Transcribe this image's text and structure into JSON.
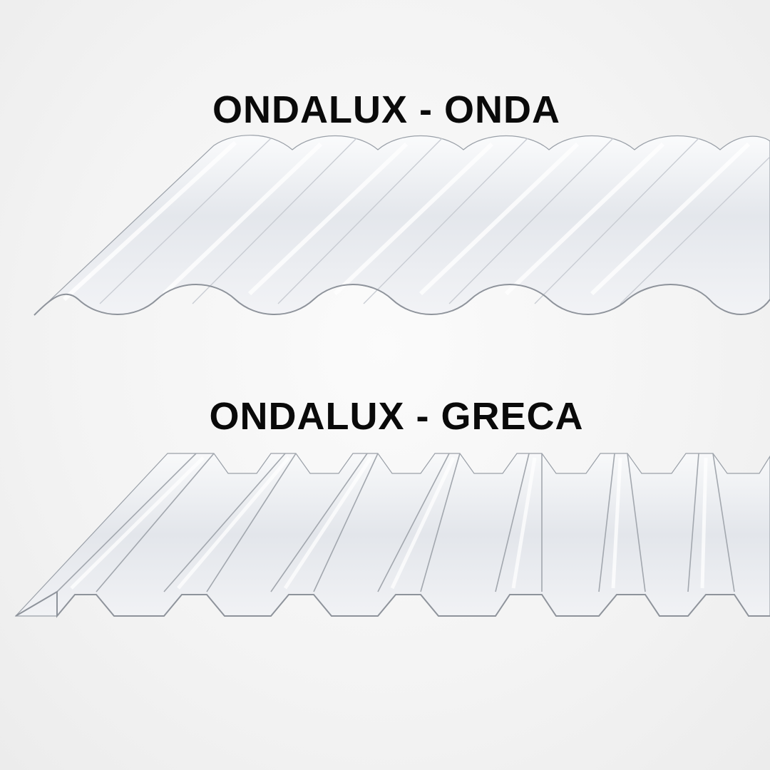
{
  "products": [
    {
      "title": "ONDALUX - ONDA",
      "profile": "corrugated-wave-sheet"
    },
    {
      "title": "ONDALUX - GRECA",
      "profile": "trapezoidal-sheet"
    }
  ],
  "colors": {
    "background": "#f3f3f3",
    "title": "#0a0a0a",
    "sheet_fill": "#e6e9ee",
    "sheet_edge": "#8e939b"
  }
}
